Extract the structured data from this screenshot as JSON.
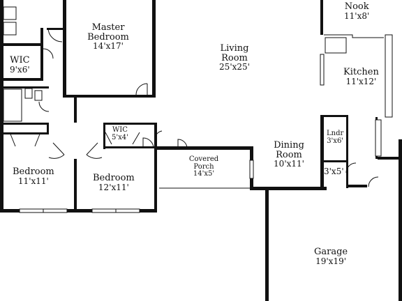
{
  "rooms": {
    "nook": {
      "name": "Nook",
      "dims": "11'x8'"
    },
    "master": {
      "name": "Master Bedroom",
      "dims": "14'x17'"
    },
    "living": {
      "name": "Living Room",
      "dims": "25'x25'"
    },
    "wic1": {
      "name": "WIC",
      "dims": "9'x6'"
    },
    "kitchen": {
      "name": "Kitchen",
      "dims": "11'x12'"
    },
    "wic2": {
      "name": "WIC",
      "dims": "5'x4'"
    },
    "laundry": {
      "name": "Lndr",
      "dims": "3'x6'"
    },
    "covered": {
      "name": "Covered Porch",
      "dims": "14'x5'"
    },
    "dining": {
      "name": "Dining Room",
      "dims": "10'x11'"
    },
    "bedroom1": {
      "name": "Bedroom",
      "dims": "11'x11'"
    },
    "bedroom2": {
      "name": "Bedroom",
      "dims": "12'x11'"
    },
    "closet": {
      "name": "",
      "dims": "3'x5'"
    },
    "garage": {
      "name": "Garage",
      "dims": "19'x19'"
    }
  }
}
